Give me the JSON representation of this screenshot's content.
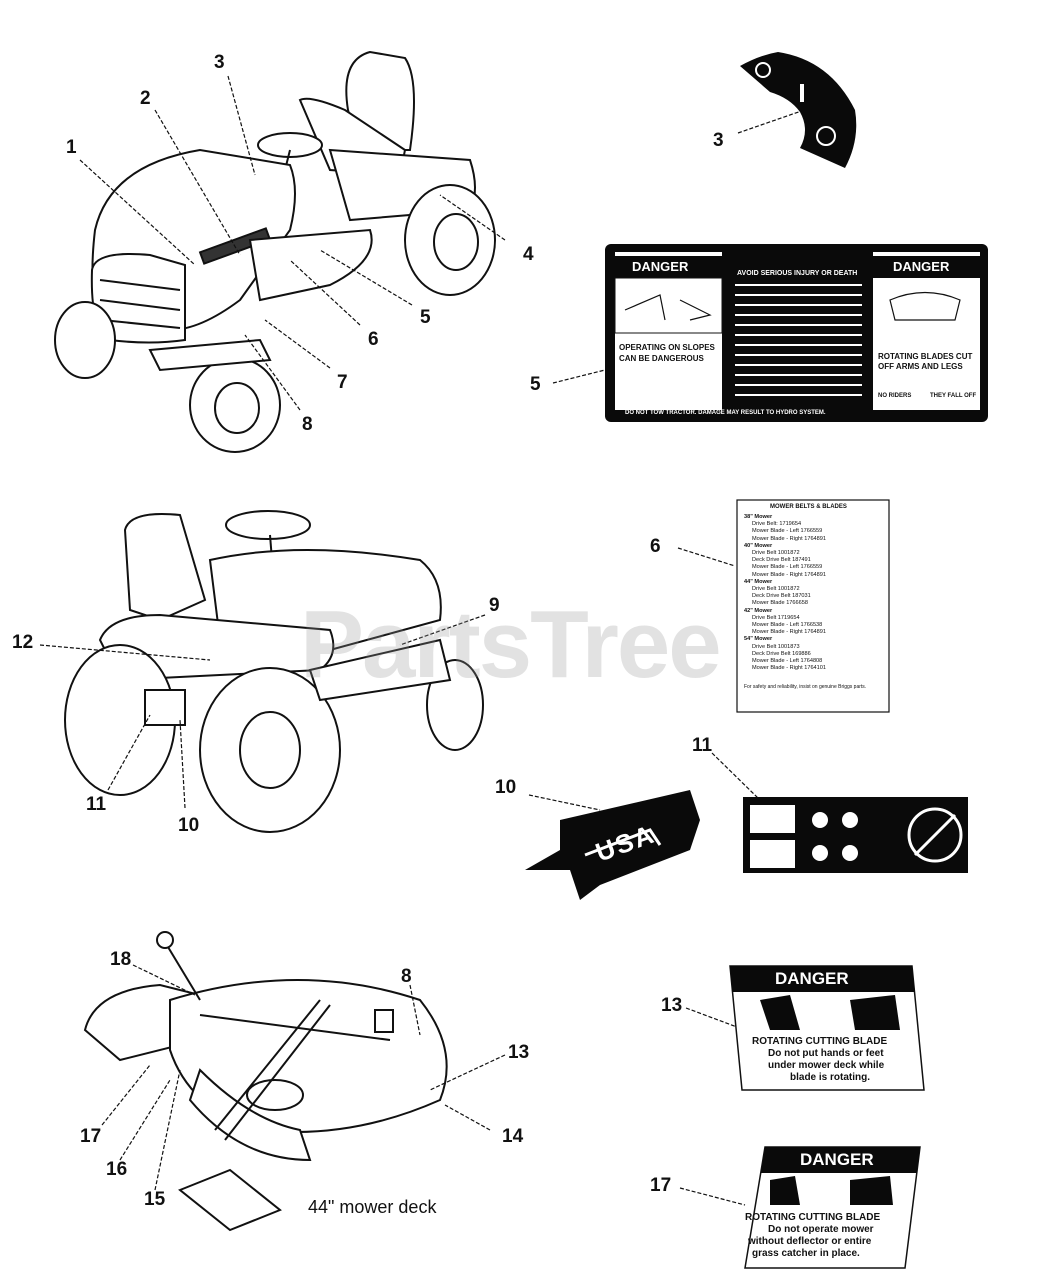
{
  "callouts": {
    "c1": "1",
    "c2": "2",
    "c3a": "3",
    "c3b": "3",
    "c4": "4",
    "c5a": "5",
    "c5b": "5",
    "c6a": "6",
    "c6b": "6",
    "c7": "7",
    "c8a": "8",
    "c8b": "8",
    "c9": "9",
    "c10a": "10",
    "c10b": "10",
    "c11a": "11",
    "c11b": "11",
    "c12": "12",
    "c13a": "13",
    "c13b": "13",
    "c14": "14",
    "c15": "15",
    "c16": "16",
    "c17a": "17",
    "c17b": "17",
    "c18": "18"
  },
  "watermark": "PartsTree",
  "deck_caption": "44\" mower deck",
  "decal5": {
    "left_header": "DANGER",
    "left_text_1": "OPERATING ON SLOPES",
    "left_text_2": "CAN BE DANGEROUS",
    "center_header": "AVOID SERIOUS INJURY OR DEATH",
    "right_header": "DANGER",
    "right_text_1": "ROTATING BLADES CUT",
    "right_text_2": "OFF ARMS AND LEGS",
    "right_text_3": "NO RIDERS",
    "right_text_4": "THEY FALL OFF",
    "footer": "DO NOT TOW TRACTOR. DAMAGE MAY RESULT TO HYDRO SYSTEM."
  },
  "decal6": {
    "title": "MOWER BELTS & BLADES",
    "rows": [
      "38\" Mower",
      "Drive Belt: 1719654",
      "Mower Blade - Left 1766559",
      "Mower Blade - Right 1764891",
      "40\" Mower",
      "Drive Belt 1001872",
      "Deck Drive Belt 187491",
      "Mower Blade - Left 1766559",
      "Mower Blade - Right 1764891",
      "44\" Mower",
      "Drive Belt 1001872",
      "Deck Drive Belt 187031",
      "Mower Blade 1766658",
      "42\" Mower",
      "Drive Belt 1719654",
      "Mower Blade - Left 1766538",
      "Mower Blade - Right 1764891",
      "54\" Mower",
      "Drive Belt 1001873",
      "Deck Drive Belt 169886",
      "Mower Blade - Left 1764808",
      "Mower Blade - Right 1764101"
    ],
    "footer": "For safety and reliability, insist on genuine Briggs parts."
  },
  "decal10": {
    "text": "USA"
  },
  "decal13": {
    "header": "DANGER",
    "line1": "ROTATING CUTTING BLADE",
    "line2": "Do not put hands or feet",
    "line3": "under mower deck while",
    "line4": "blade is rotating."
  },
  "decal17": {
    "header": "DANGER",
    "line1": "ROTATING CUTTING BLADE",
    "line2": "Do not operate mower",
    "line3": "without deflector or entire",
    "line4": "grass catcher in place."
  },
  "colors": {
    "ink": "#111111",
    "decal_black": "#0a0a0a",
    "paper": "#ffffff",
    "watermark": "#969696"
  }
}
